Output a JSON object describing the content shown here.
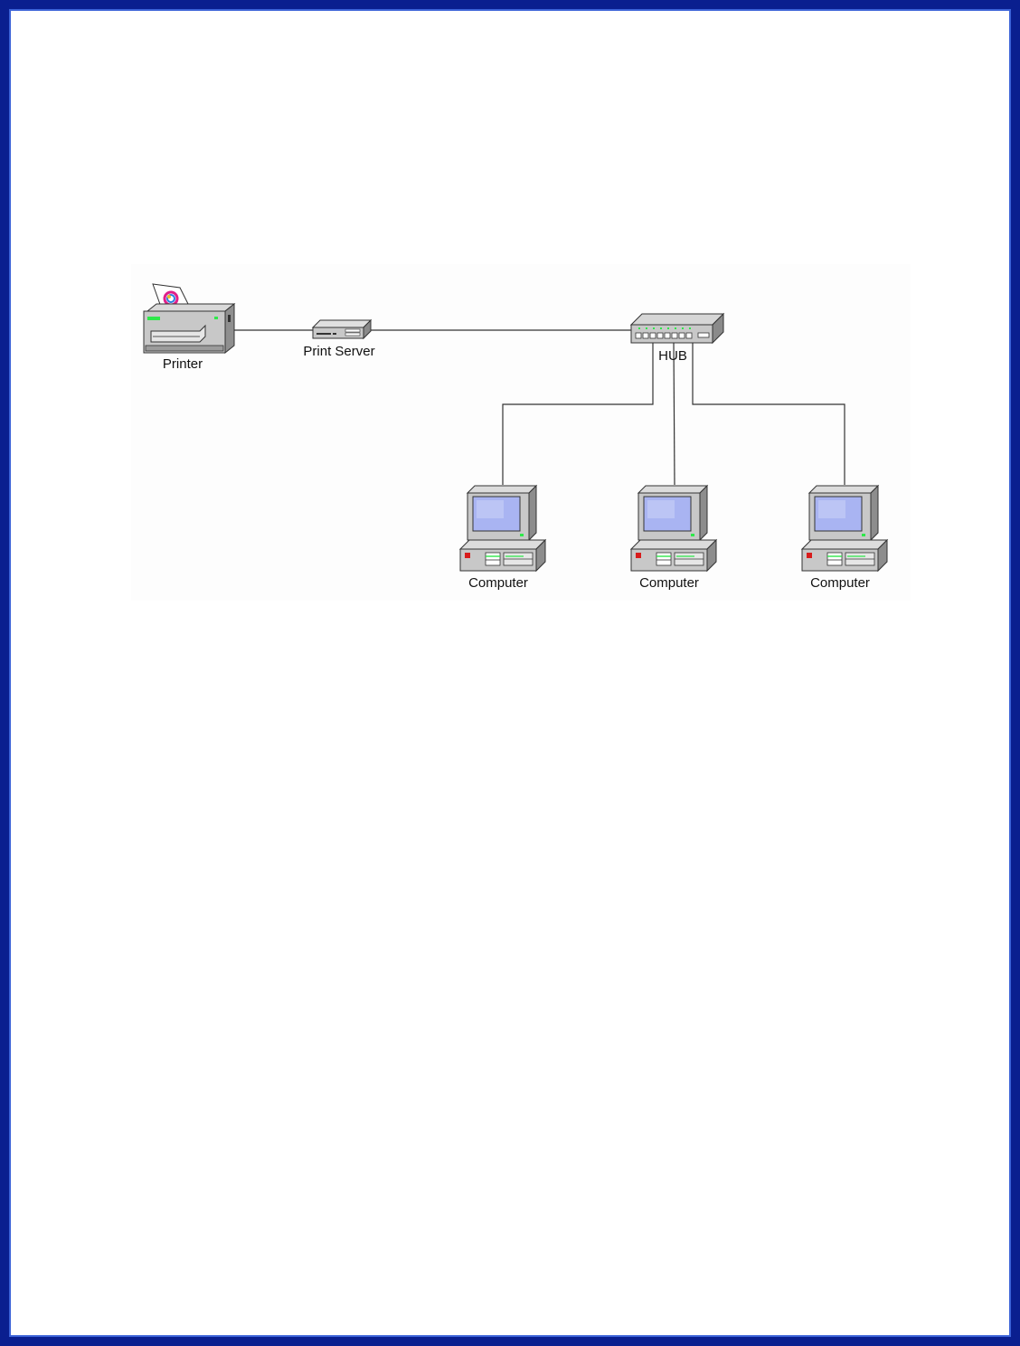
{
  "diagram": {
    "nodes": {
      "printer": {
        "label": "Printer",
        "icon": "printer-icon"
      },
      "print_server": {
        "label": "Print Server",
        "icon": "print-server-icon"
      },
      "hub": {
        "label": "HUB",
        "icon": "network-hub-icon"
      },
      "computers": [
        {
          "label": "Computer",
          "icon": "desktop-computer-icon"
        },
        {
          "label": "Computer",
          "icon": "desktop-computer-icon"
        },
        {
          "label": "Computer",
          "icon": "desktop-computer-icon"
        }
      ]
    },
    "connections": [
      {
        "from": "Printer",
        "to": "Print Server"
      },
      {
        "from": "Print Server",
        "to": "HUB"
      },
      {
        "from": "HUB",
        "to": "Computer"
      },
      {
        "from": "HUB",
        "to": "Computer"
      },
      {
        "from": "HUB",
        "to": "Computer"
      }
    ],
    "colors": {
      "frame": "#0a1f8f",
      "device_body": "#c8c8c8",
      "screen": "#a9b4f2",
      "led_green": "#2ee84a",
      "led_red": "#d81c1c"
    }
  }
}
